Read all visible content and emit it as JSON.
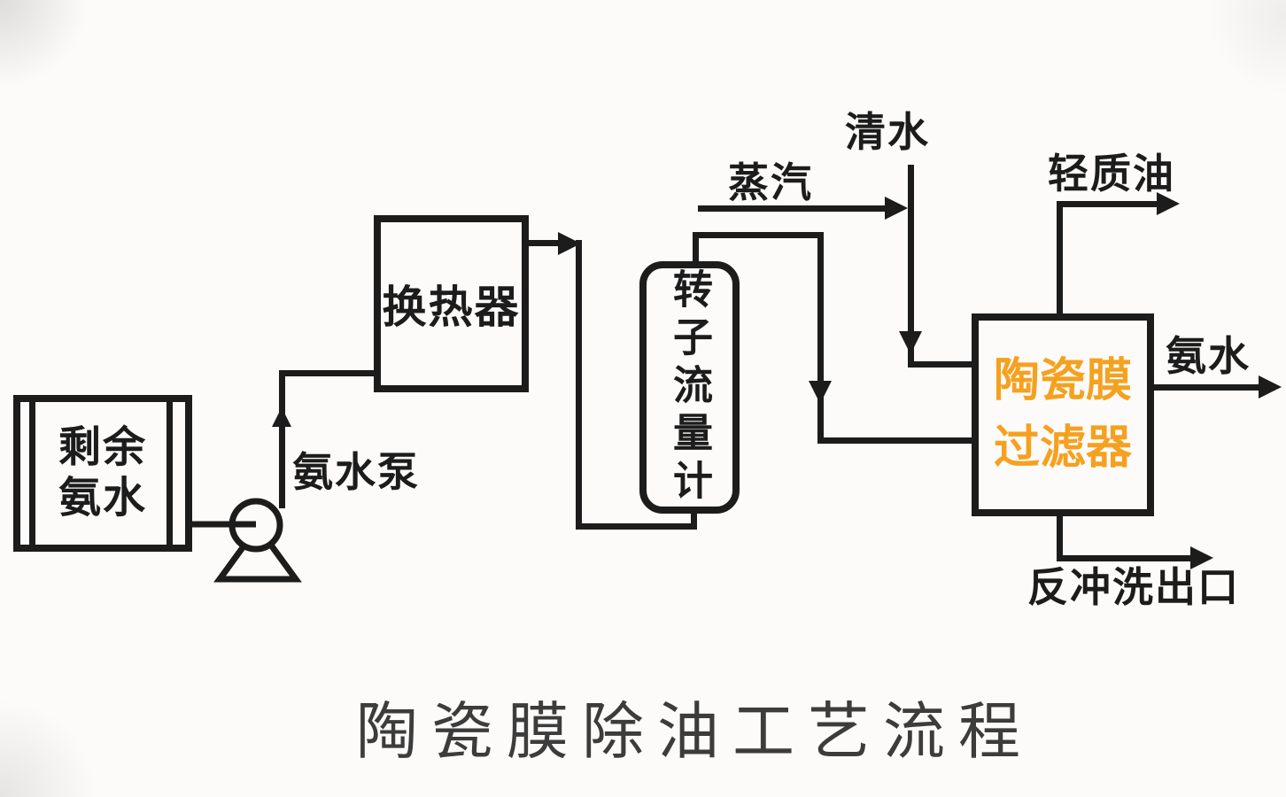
{
  "diagram": {
    "title": "陶瓷膜除油工艺流程",
    "equipment": {
      "tank_line1": "剩余",
      "tank_line2": "氨水",
      "pump_label": "氨水泵",
      "heat_exchanger": "换热器",
      "rotameter": "转子流量计",
      "filter_line1": "陶瓷膜",
      "filter_line2": "过滤器"
    },
    "streams": {
      "steam": "蒸汽",
      "clean_water": "清水",
      "light_oil": "轻质油",
      "ammonia_water_out": "氨水",
      "backwash_outlet": "反冲洗出口"
    },
    "colors": {
      "line": "#1c1c1c",
      "filter_text": "#f5a11f",
      "title_text": "#3c3c3c",
      "background": "#fcfbfa"
    }
  }
}
